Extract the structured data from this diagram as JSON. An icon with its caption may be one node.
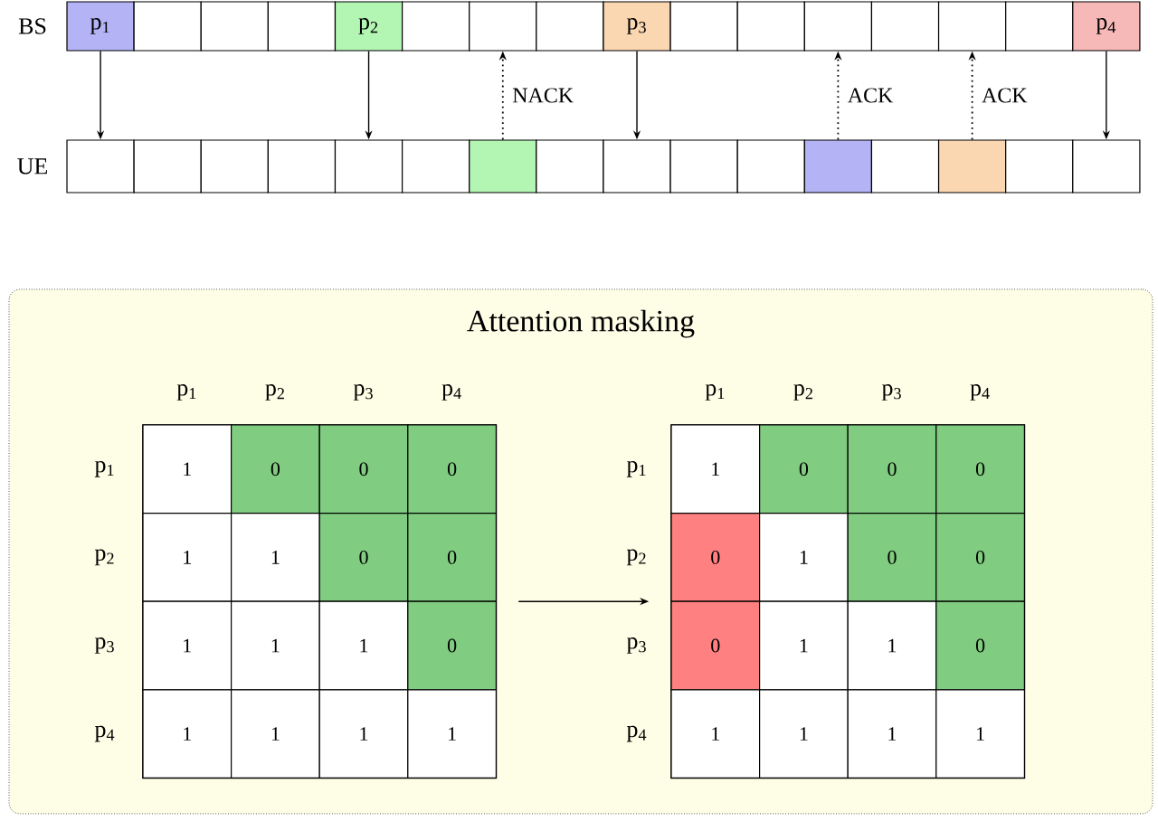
{
  "diagram": {
    "nodes": [
      {
        "text": [
          "p$_{1}$"
        ]
      },
      {
        "text": [],
        "shape": "box"
      },
      {
        "text": [],
        "shape": "box"
      },
      {
        "text": [],
        "shape": "box"
      },
      {
        "text": [
          "p$_{2}$"
        ]
      },
      {
        "text": [],
        "shape": "box"
      },
      {
        "text": [],
        "shape": "box"
      },
      {
        "text": [],
        "shape": "box"
      },
      {
        "text": [
          "p$_{3}$"
        ]
      },
      {
        "text": [],
        "shape": "box"
      },
      {
        "text": [],
        "shape": "box"
      },
      {
        "text": [],
        "shape": "box"
      },
      {
        "text": [],
        "shape": "box"
      },
      {
        "text": [],
        "shape": "box"
      },
      {
        "text": [],
        "shape": "box"
      },
      {
        "text": [
          "p$_{4}$"
        ]
      },
      {
        "text": [],
        "shape": "box"
      },
      {
        "text": [],
        "shape": "box"
      },
      {
        "text": [],
        "shape": "box"
      },
      {
        "text": [],
        "shape": "box"
      },
      {
        "text": [],
        "shape": "box"
      },
      {
        "text": [],
        "shape": "box"
      },
      {
        "text": [],
        "shape": "box"
      },
      {
        "text": [],
        "shape": "box"
      },
      {
        "text": [],
        "shape": "box"
      },
      {
        "text": [],
        "shape": "box"
      },
      {
        "text": [],
        "shape": "box"
      },
      {
        "text": [],
        "shape": "box"
      },
      {
        "text": [],
        "shape": "box"
      },
      {
        "text": [],
        "shape": "box"
      },
      {
        "text": [],
        "shape": "box"
      },
      {
        "text": [],
        "shape": "box"
      },
      {
        "text": [
          "Attention masking"
        ]
      },
      {
        "text": [],
        "shape": "box",
        "in": 32
      },
      {
        "text": [
          "1"
        ],
        "in": 33
      },
      {
        "text": [
          "0"
        ],
        "in": 33
      },
      {
        "text": [
          "0"
        ],
        "in": 33
      },
      {
        "text": [
          "0"
        ],
        "in": 33
      },
      {
        "text": [
          "1"
        ],
        "in": 33
      },
      {
        "text": [
          "1"
        ],
        "in": 33
      },
      {
        "text": [
          "0"
        ],
        "in": 33
      },
      {
        "text": [
          "0"
        ],
        "in": 33
      },
      {
        "text": [
          "1"
        ],
        "in": 33
      },
      {
        "text": [
          "1"
        ],
        "in": 33
      },
      {
        "text": [
          "1"
        ],
        "in": 33
      },
      {
        "text": [
          "0"
        ],
        "in": 33
      },
      {
        "text": [
          "1"
        ],
        "in": 33
      },
      {
        "text": [
          "1"
        ],
        "in": 33
      },
      {
        "text": [
          "1"
        ],
        "in": 33
      },
      {
        "text": [
          "1"
        ],
        "in": 33
      },
      {
        "text": [],
        "shape": "box",
        "in": 32
      },
      {
        "text": [
          "1"
        ],
        "in": 50
      },
      {
        "text": [
          "0"
        ],
        "in": 50
      },
      {
        "text": [
          "0"
        ],
        "in": 50
      },
      {
        "text": [
          "0"
        ],
        "in": 50
      },
      {
        "text": [
          "0"
        ],
        "in": 50
      },
      {
        "text": [
          "1"
        ],
        "in": 50
      },
      {
        "text": [
          "0"
        ],
        "in": 50
      },
      {
        "text": [
          "0"
        ],
        "in": 50
      },
      {
        "text": [
          "0"
        ],
        "in": 50
      },
      {
        "text": [
          "1"
        ],
        "in": 50
      },
      {
        "text": [
          "1"
        ],
        "in": 50
      },
      {
        "text": [
          "0"
        ],
        "in": 50
      },
      {
        "text": [
          "1"
        ],
        "in": 50
      },
      {
        "text": [
          "1"
        ],
        "in": 50
      },
      {
        "text": [
          "1"
        ],
        "in": 50
      },
      {
        "text": [
          "1"
        ],
        "in": 50
      }
    ],
    "edges": [
      {
        "from": 0,
        "to": 16,
        "arrow": "to"
      },
      {
        "from": 4,
        "to": 20,
        "arrow": "to"
      },
      {
        "from": 22,
        "to": 6,
        "arrow": "to",
        "label": "NACK",
        "style": "dashed"
      },
      {
        "from": 8,
        "to": 24,
        "arrow": "to"
      },
      {
        "from": 27,
        "to": 11,
        "arrow": "to",
        "label": "ACK",
        "style": "dashed"
      },
      {
        "from": 29,
        "to": 13,
        "arrow": "to",
        "label": "ACK",
        "style": "dashed"
      },
      {
        "from": 15,
        "to": 31,
        "arrow": "to"
      },
      {
        "from": 33,
        "to": 50,
        "arrow": "to"
      }
    ],
    "labels": [
      "BS",
      "UE",
      "p$_{1}$",
      "p$_{2}$",
      "p$_{3}$",
      "p$_{4}$",
      "p$_{1}$",
      "p$_{2}$",
      "p$_{3}$",
      "p$_{4}$",
      "p$_{1}$",
      "p$_{2}$",
      "p$_{3}$",
      "p$_{4}$",
      "p$_{1}$",
      "p$_{2}$",
      "p$_{3}$",
      "p$_{4}$"
    ]
  }
}
